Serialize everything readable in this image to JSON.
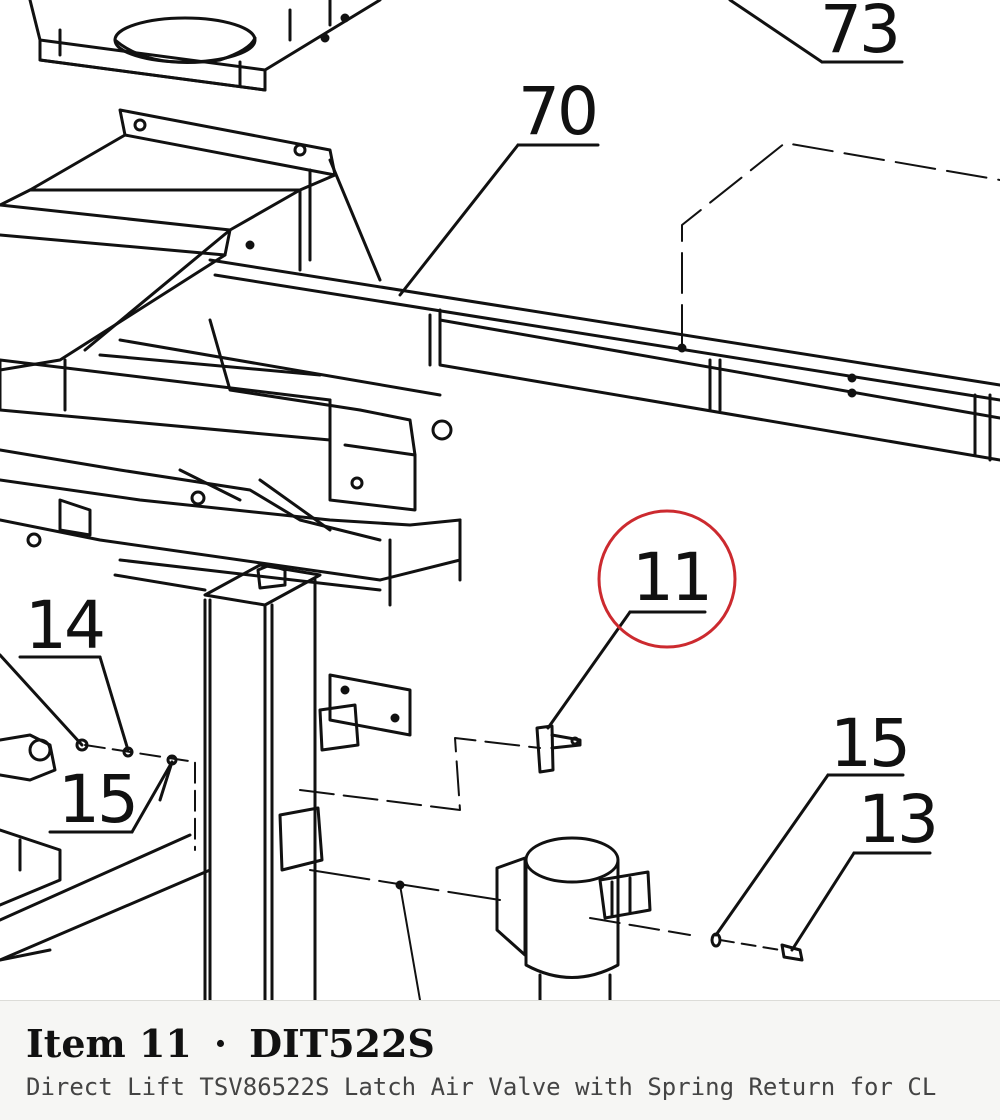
{
  "diagram": {
    "callouts": {
      "c73": "73",
      "c70": "70",
      "c11": "11",
      "c14": "14",
      "c15_left": "15",
      "c15_right": "15",
      "c13": "13"
    },
    "highlight_callout": "11",
    "highlight_color": "#cc2a2f",
    "line_color": "#111111"
  },
  "caption": {
    "item_label": "Item 11",
    "separator": "·",
    "part_number": "DIT522S",
    "description": "Direct Lift TSV86522S Latch Air Valve with Spring Return for CL"
  }
}
